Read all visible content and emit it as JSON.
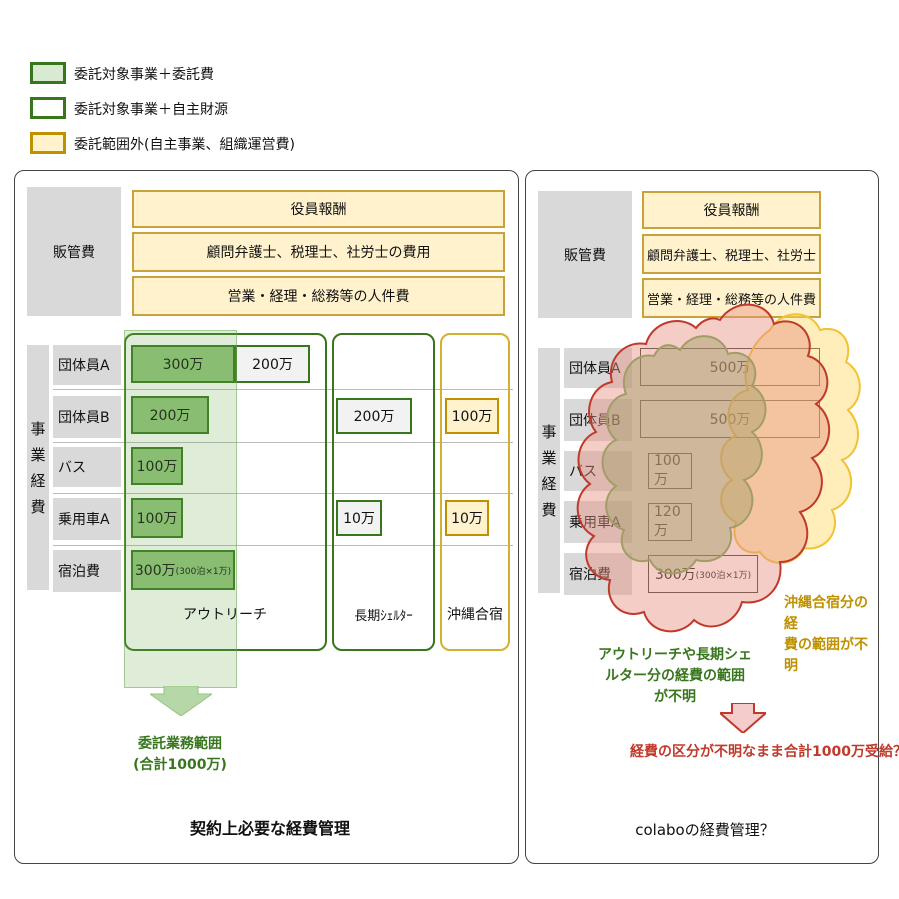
{
  "legend": [
    {
      "label": "委託対象事業＋委託費"
    },
    {
      "label": "委託対象事業＋自主財源"
    },
    {
      "label": "委託範囲外(自主事業、組織運営費)"
    }
  ],
  "left": {
    "hankan_label": "販管費",
    "hankan_items": [
      "役員報酬",
      "顧問弁護士、税理士、社労士の費用",
      "営業・経理・総務等の人件費"
    ],
    "jigyou_label": [
      "事",
      "業",
      "経",
      "費"
    ],
    "rows": [
      "団体員A",
      "団体員B",
      "バス",
      "乗用車A",
      "宿泊費"
    ],
    "cells": {
      "a_outreach": "300万",
      "a_extra": "200万",
      "b_outreach": "200万",
      "b_shelter": "200万",
      "b_okinawa": "100万",
      "bus_outreach": "100万",
      "car_outreach": "100万",
      "car_shelter": "10万",
      "car_okinawa": "10万",
      "hotel_outreach": "300万",
      "hotel_note": "(300泊×1万)"
    },
    "groups": {
      "outreach": "アウトリーチ",
      "shelter": "長期ｼｪﾙﾀｰ",
      "okinawa": "沖縄合宿"
    },
    "scope_label": [
      "委託業務範囲",
      "(合計1000万)"
    ],
    "caption": "契約上必要な経費管理"
  },
  "right": {
    "hankan_label": "販管費",
    "hankan_items": [
      "役員報酬",
      "顧問弁護士、税理士、社労士",
      "営業・経理・総務等の人件費"
    ],
    "jigyou_label": [
      "事",
      "業",
      "経",
      "費"
    ],
    "rows": [
      "団体員A",
      "団体員B",
      "バス",
      "乗用車A",
      "宿泊費"
    ],
    "cells": {
      "a": "500万",
      "b": "500万",
      "bus": "100万",
      "car": "120万",
      "hotel": "300万",
      "hotel_note": "(300泊×1万)"
    },
    "note_outreach": [
      "アウトリーチや長期シェ",
      "ルター分の経費の範囲",
      "が不明"
    ],
    "note_okinawa": [
      "沖縄合宿分の経",
      "費の範囲が不明"
    ],
    "note_total": "経費の区分が不明なまま合計1000万受給？",
    "caption": "colaboの経費管理？"
  },
  "colors": {
    "green_fill": "#93c47d",
    "green_border": "#38761d",
    "cream": "#fff2cc",
    "gold": "#bf9000",
    "cloud_red": "#c0392b",
    "cloud_green": "#6aa84f"
  }
}
